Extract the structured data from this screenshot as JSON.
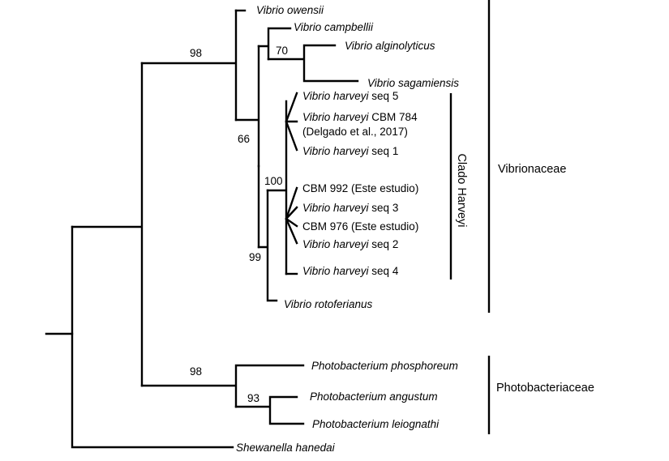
{
  "tree": {
    "bootstrap": {
      "vibrionaceae": "98",
      "harveyi_group": "66",
      "alginolyticus_pair": "70",
      "harveyi_clade": "100",
      "rotoferianus_group": "99",
      "photobacteriaceae": "98",
      "angustum_pair": "93"
    },
    "taxa": [
      {
        "id": "owensii",
        "parts": [
          {
            "t": "Vibrio owensii",
            "i": true
          }
        ]
      },
      {
        "id": "campbellii",
        "parts": [
          {
            "t": "Vibrio campbellii",
            "i": true
          }
        ]
      },
      {
        "id": "alginolyticus",
        "parts": [
          {
            "t": "Vibrio alginolyticus",
            "i": true
          }
        ]
      },
      {
        "id": "sagamiensis",
        "parts": [
          {
            "t": "Vibrio sagamiensis",
            "i": true
          }
        ]
      },
      {
        "id": "harveyi-seq5",
        "parts": [
          {
            "t": "Vibrio harveyi",
            "i": true
          },
          {
            "t": " seq 5",
            "i": false
          }
        ]
      },
      {
        "id": "harveyi-cbm784",
        "parts": [
          {
            "t": "Vibrio harveyi",
            "i": true
          },
          {
            "t": " CBM 784",
            "i": false
          }
        ]
      },
      {
        "id": "harveyi-cbm784-ref",
        "parts": [
          {
            "t": "(Delgado et al., 2017)",
            "i": false
          }
        ]
      },
      {
        "id": "harveyi-seq1",
        "parts": [
          {
            "t": "Vibrio harveyi",
            "i": true
          },
          {
            "t": " seq 1",
            "i": false
          }
        ]
      },
      {
        "id": "cbm992",
        "parts": [
          {
            "t": "CBM 992 (Este estudio)",
            "i": false
          }
        ]
      },
      {
        "id": "harveyi-seq3",
        "parts": [
          {
            "t": "Vibrio harveyi",
            "i": true
          },
          {
            "t": " seq 3",
            "i": false
          }
        ]
      },
      {
        "id": "cbm976",
        "parts": [
          {
            "t": "CBM 976 (Este estudio)",
            "i": false
          }
        ]
      },
      {
        "id": "harveyi-seq2",
        "parts": [
          {
            "t": "Vibrio harveyi",
            "i": true
          },
          {
            "t": " seq 2",
            "i": false
          }
        ]
      },
      {
        "id": "harveyi-seq4",
        "parts": [
          {
            "t": "Vibrio harveyi",
            "i": true
          },
          {
            "t": " seq 4",
            "i": false
          }
        ]
      },
      {
        "id": "rotoferianus",
        "parts": [
          {
            "t": "Vibrio rotoferianus",
            "i": true
          }
        ]
      },
      {
        "id": "phosphoreum",
        "parts": [
          {
            "t": "Photobacterium phosphoreum",
            "i": true
          }
        ]
      },
      {
        "id": "angustum",
        "parts": [
          {
            "t": "Photobacterium angustum",
            "i": true
          }
        ]
      },
      {
        "id": "leiognathi",
        "parts": [
          {
            "t": "Photobacterium leiognathi",
            "i": true
          }
        ]
      },
      {
        "id": "hanedai",
        "parts": [
          {
            "t": "Shewanella hanedai",
            "i": true
          }
        ]
      }
    ],
    "groups": {
      "clado_harveyi": "Clado Harveyi",
      "vibrionaceae": "Vibrionaceae",
      "photobacteriaceae": "Photobacteriaceae"
    }
  }
}
